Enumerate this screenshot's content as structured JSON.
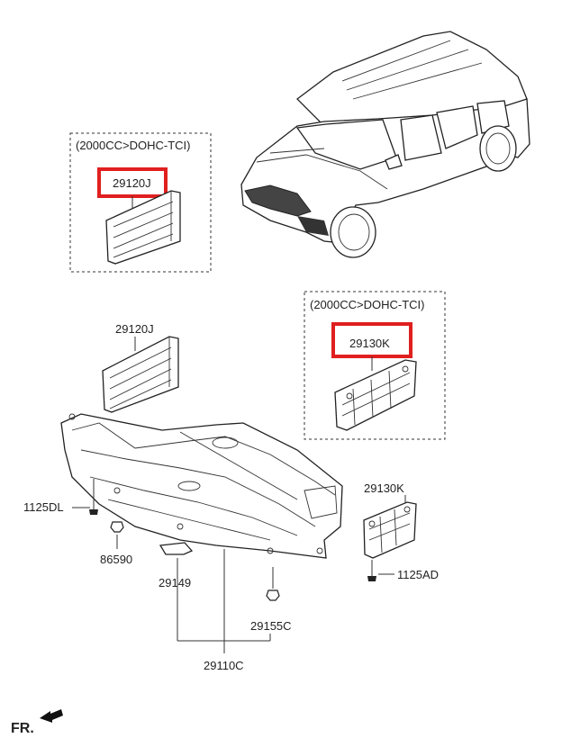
{
  "labels": {
    "box_a_title": "(2000CC>DOHC-TCI)",
    "box_a_part": "29120J",
    "box_b_title": "(2000CC>DOHC-TCI)",
    "box_b_part": "29130K",
    "part_29120J": "29120J",
    "part_29130K": "29130K",
    "part_1125DL": "1125DL",
    "part_86590": "86590",
    "part_29149": "29149",
    "part_29155C": "29155C",
    "part_29110C": "29110C",
    "part_1125AD": "1125AD",
    "front_marker": "FR."
  },
  "colors": {
    "highlight": "#e0201f",
    "ink": "#222222"
  }
}
